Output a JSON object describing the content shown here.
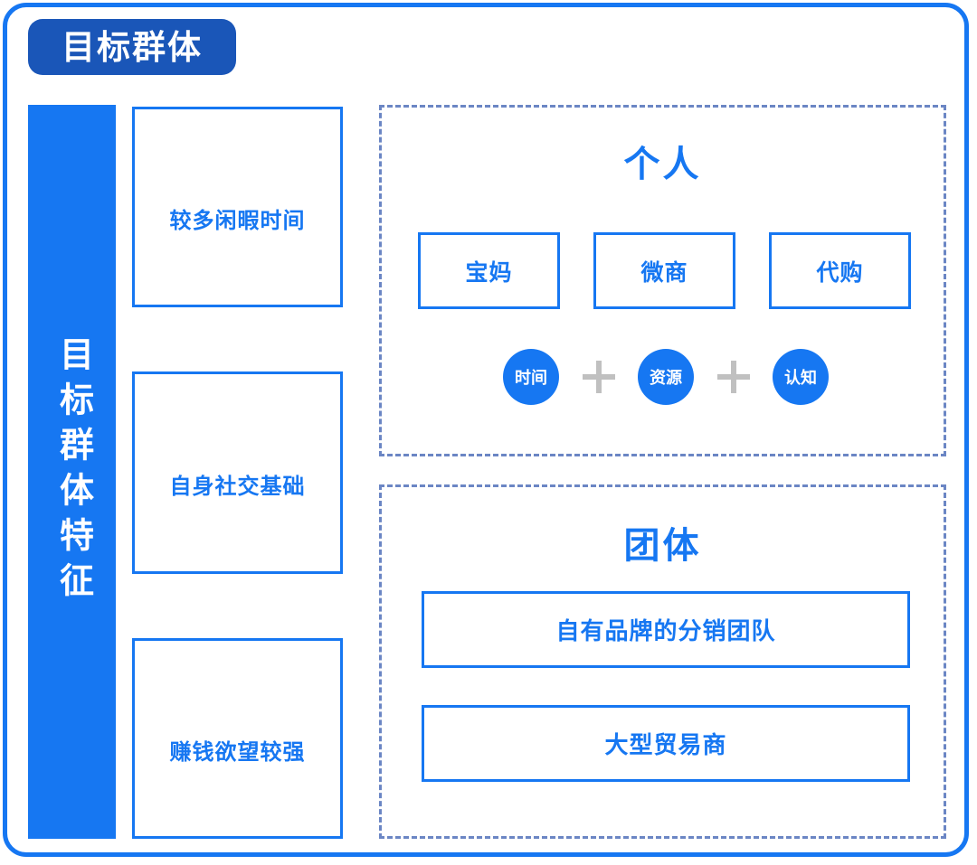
{
  "title_badge": {
    "label": "目标群体"
  },
  "vertical_bar": {
    "label": "目标群体特征"
  },
  "features": [
    {
      "label": "较多闲暇时间"
    },
    {
      "label": "自身社交基础"
    },
    {
      "label": "赚钱欲望较强"
    }
  ],
  "panels": {
    "individual": {
      "heading": "个人",
      "roles": [
        {
          "label": "宝妈"
        },
        {
          "label": "微商"
        },
        {
          "label": "代购"
        }
      ],
      "formula": {
        "terms": [
          {
            "label": "时间"
          },
          {
            "label": "资源"
          },
          {
            "label": "认知"
          }
        ],
        "operator": "+"
      }
    },
    "group": {
      "heading": "团体",
      "items": [
        {
          "label": "自有品牌的分销团队"
        },
        {
          "label": "大型贸易商"
        }
      ]
    }
  },
  "colors": {
    "primary_blue": "#1677f2",
    "badge_blue": "#1a56b8",
    "dashed_border": "#6b86c4",
    "plus_gray": "#c0c0c0",
    "background": "#ffffff"
  }
}
